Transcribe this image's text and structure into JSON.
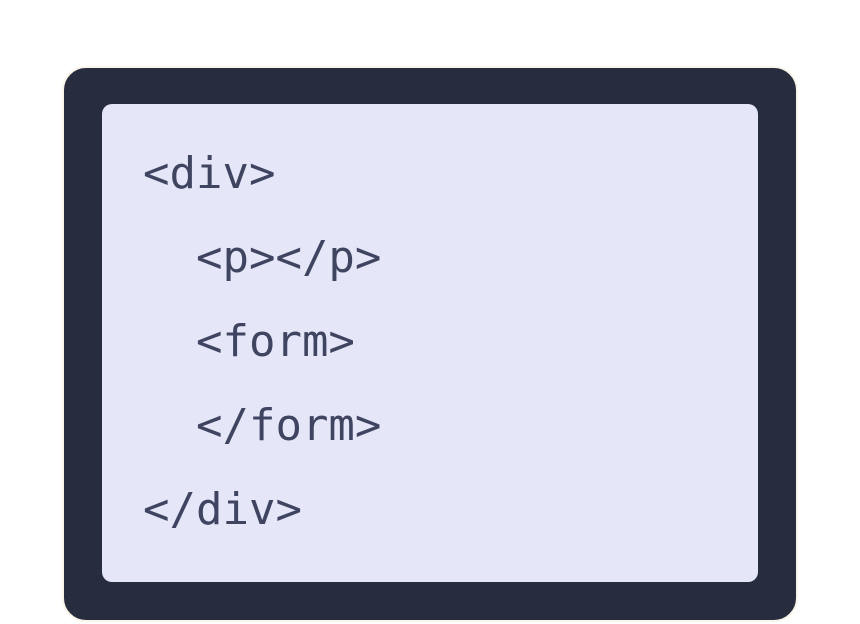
{
  "page": {
    "background_color": "#ffffff"
  },
  "code_card": {
    "outer_color": "#272c3f",
    "border_color": "#faf5ea",
    "panel_color": "#e6e6f9",
    "text_color": "#3f4560",
    "language": "html",
    "lines": [
      "<div>",
      "  <p></p>",
      "  <form>",
      "  </form>",
      "</div>"
    ]
  }
}
